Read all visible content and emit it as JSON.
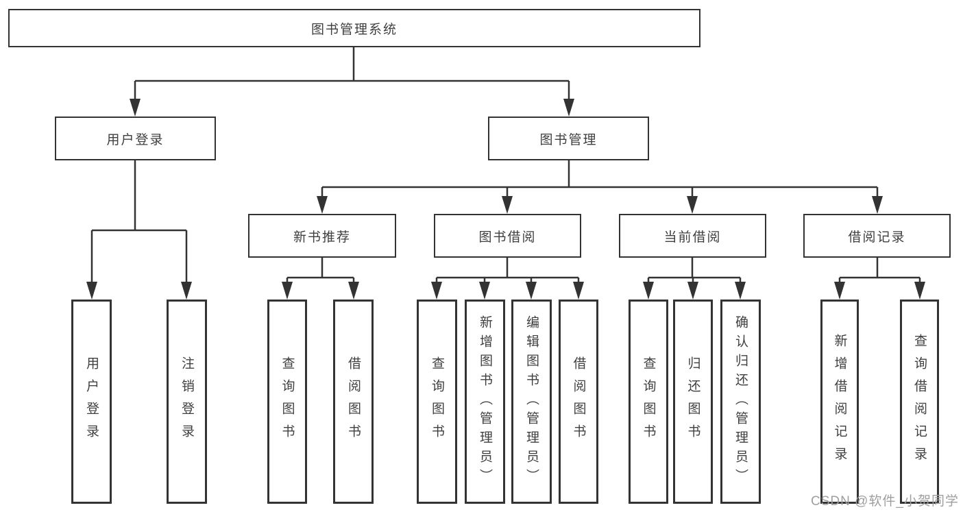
{
  "page": {
    "background": "#ffffff"
  },
  "colors": {
    "box_border": "#333333",
    "box_fill": "#ffffff",
    "text": "#3f3f3f",
    "connector": "#333333",
    "watermark": "#9e9e9e"
  },
  "tree": {
    "root": "图书管理系统",
    "branches": [
      {
        "label": "用户登录",
        "children": [
          {
            "label": "用户登录"
          },
          {
            "label": "注销登录"
          }
        ]
      },
      {
        "label": "图书管理",
        "children": [
          {
            "label": "新书推荐",
            "children": [
              {
                "label": "查询图书"
              },
              {
                "label": "借阅图书"
              }
            ]
          },
          {
            "label": "图书借阅",
            "children": [
              {
                "label": "查询图书"
              },
              {
                "label": "新增图书（管理员）"
              },
              {
                "label": "编辑图书（管理员）"
              },
              {
                "label": "借阅图书"
              }
            ]
          },
          {
            "label": "当前借阅",
            "children": [
              {
                "label": "查询图书"
              },
              {
                "label": "归还图书"
              },
              {
                "label": "确认归还（管理员）"
              }
            ]
          },
          {
            "label": "借阅记录",
            "children": [
              {
                "label": "新增借阅记录"
              },
              {
                "label": "查询借阅记录"
              }
            ]
          }
        ]
      }
    ]
  },
  "watermark": {
    "text": "CSDN @软件_小贺同学"
  }
}
